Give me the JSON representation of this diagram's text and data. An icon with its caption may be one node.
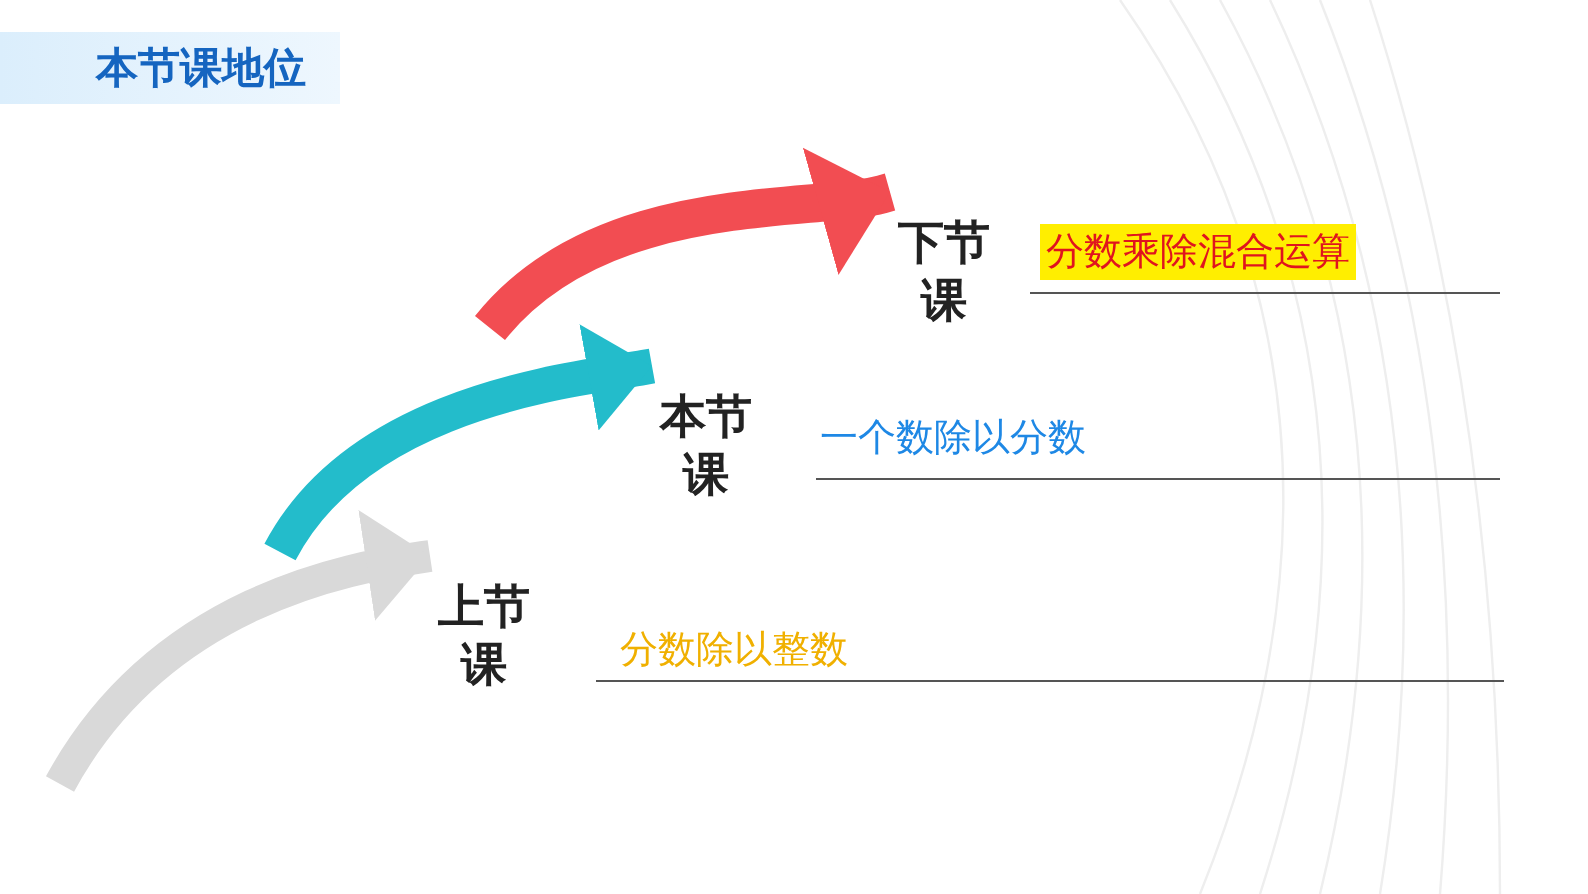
{
  "diagram": {
    "title": "本节课地位",
    "nodes": [
      {
        "text": [
          "下节课"
        ],
        "beside": [
          "分数乘除混合运算"
        ]
      },
      {
        "text": [
          "本节课"
        ],
        "beside": [
          "一个数除以分数"
        ]
      },
      {
        "text": [
          "上节课"
        ],
        "beside": [
          "分数除以整数"
        ]
      }
    ],
    "edges": [
      {
        "from": null,
        "to": 2,
        "arrow": "to",
        "color": "#d9d9d9"
      },
      {
        "from": null,
        "to": 1,
        "arrow": "to",
        "color": "#23bccb"
      },
      {
        "from": null,
        "to": 0,
        "arrow": "to",
        "color": "#f24d52"
      }
    ]
  }
}
